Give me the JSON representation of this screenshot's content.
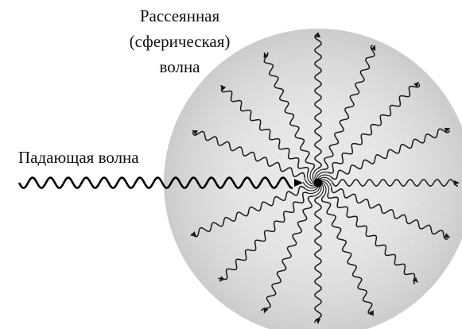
{
  "labels": {
    "scattered_line1": "Рассеянная",
    "scattered_line2": "(сферическая)",
    "scattered_line3": "волна",
    "incident": "Падающая волна"
  }
}
